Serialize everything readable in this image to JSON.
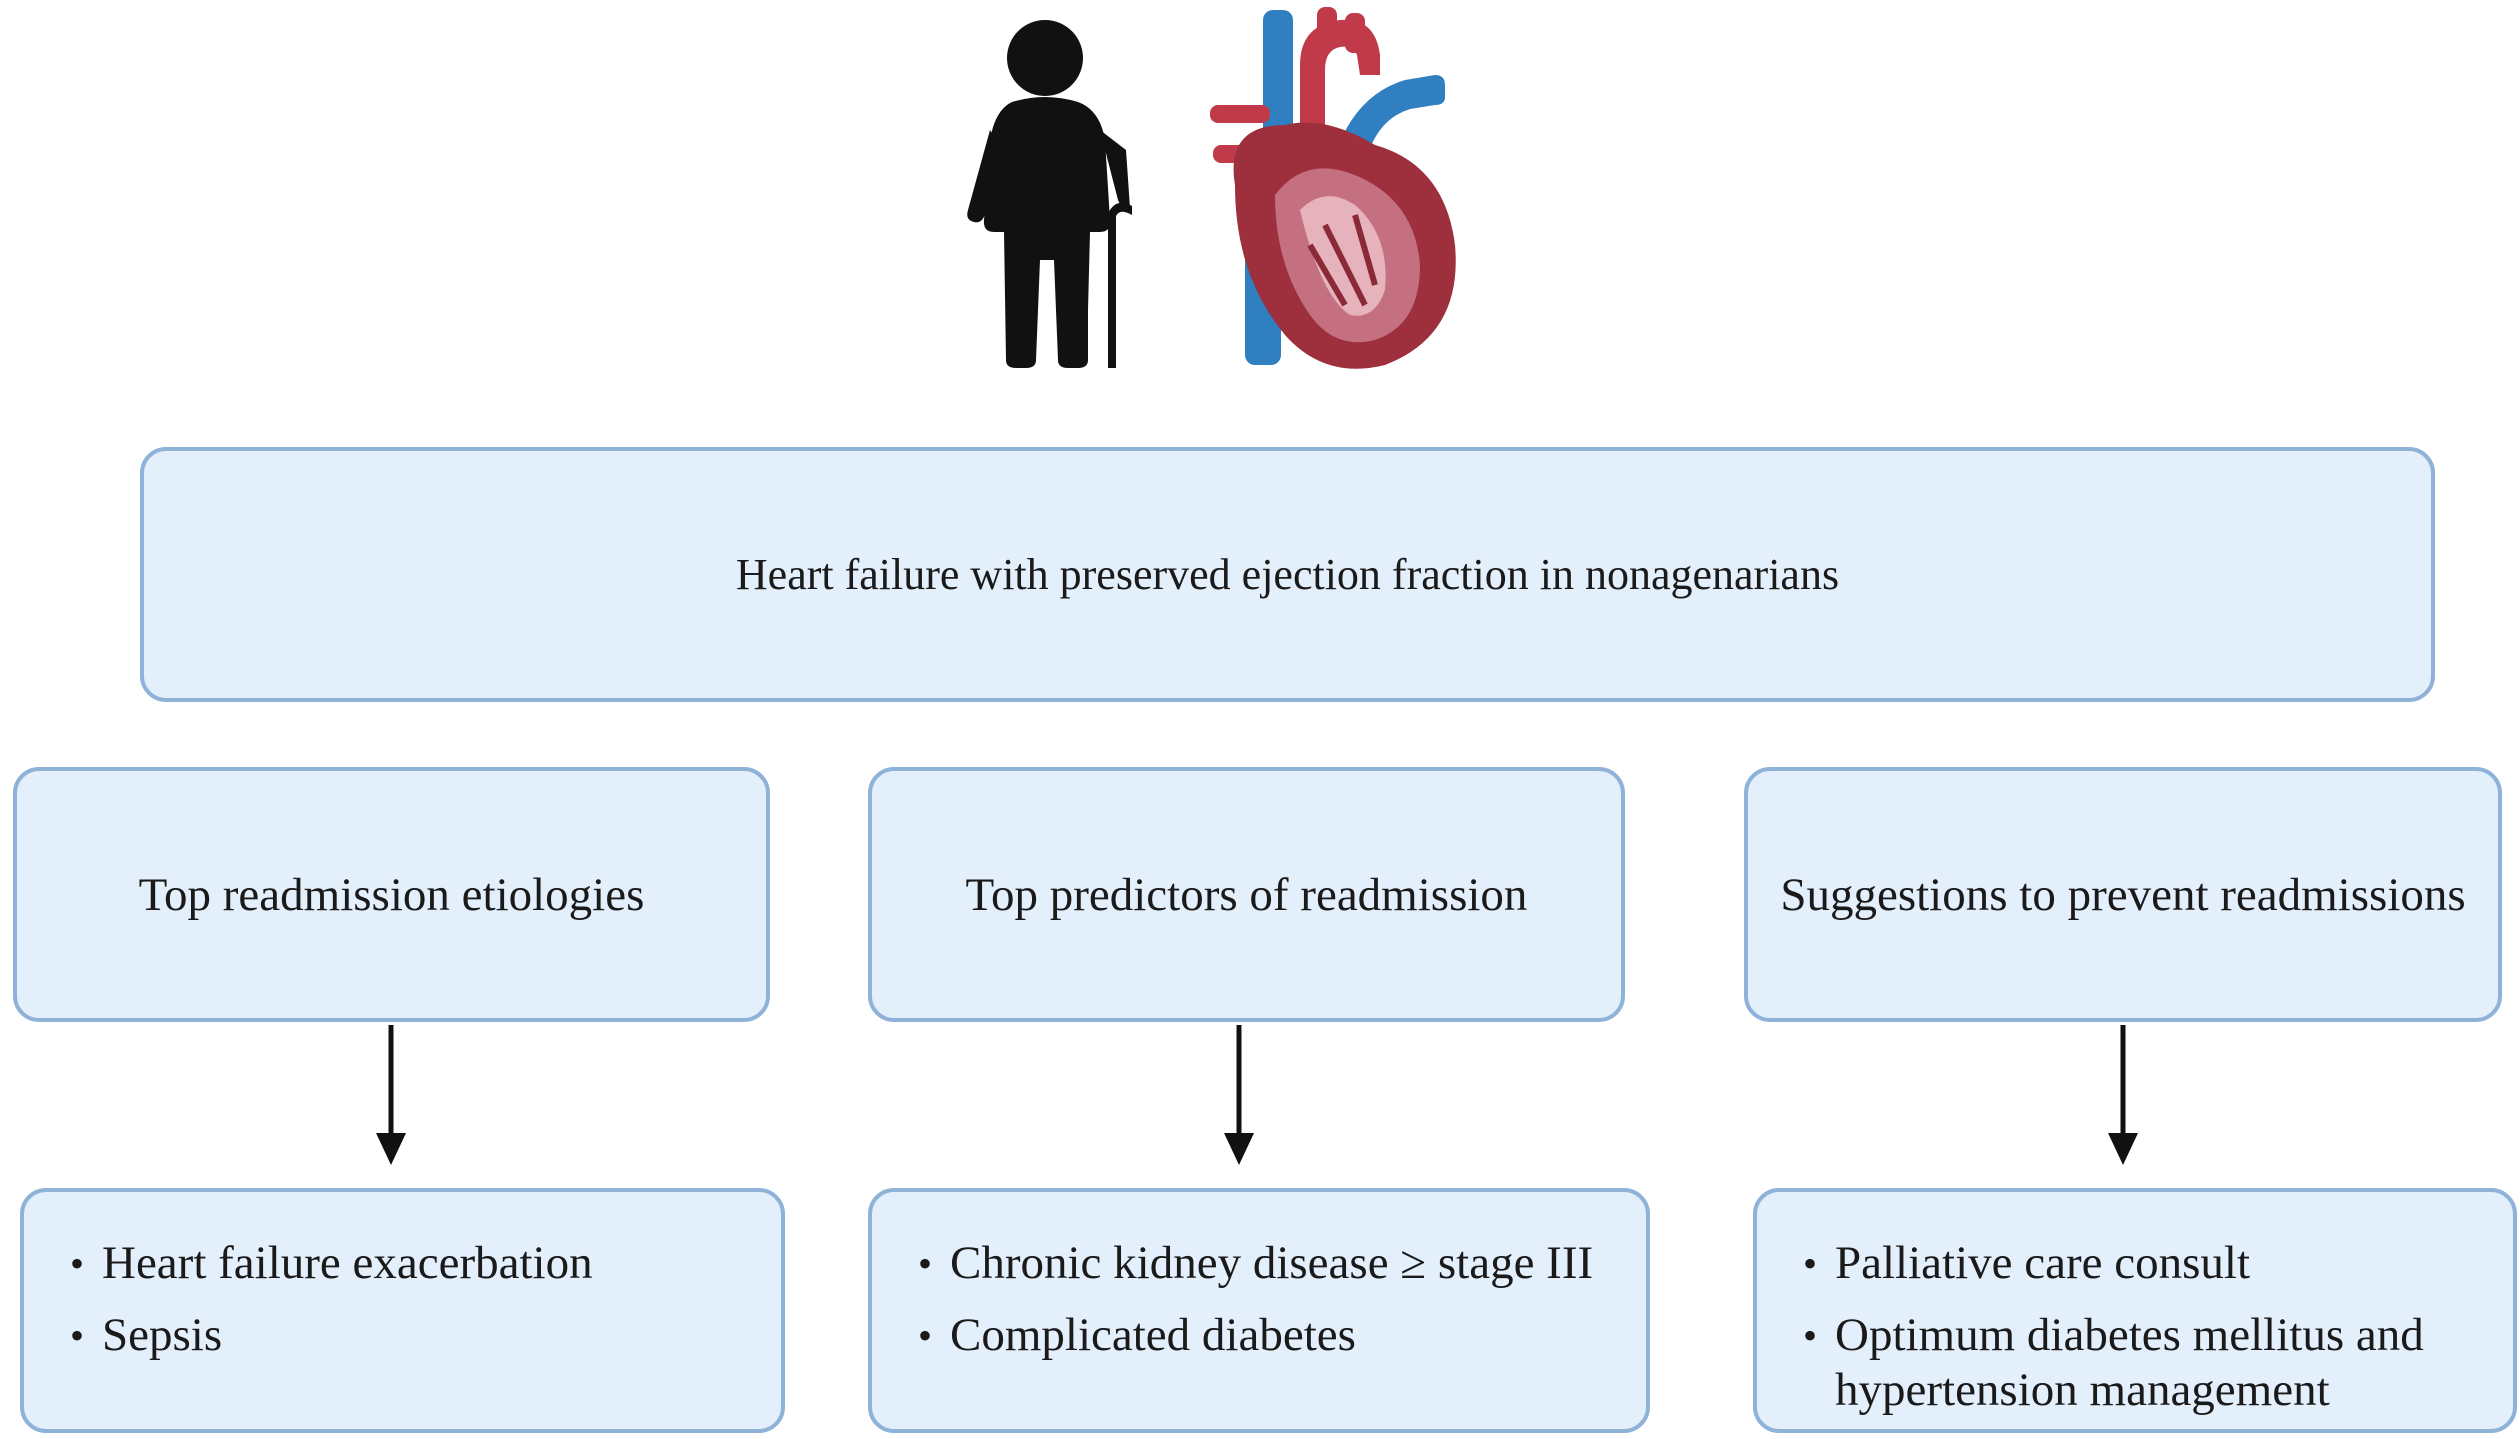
{
  "main": {
    "title": "Heart failure with preserved ejection fraction in nonagenarians"
  },
  "columns": [
    {
      "heading": "Top readmission etiologies",
      "items": [
        "Heart failure exacerbation",
        "Sepsis"
      ]
    },
    {
      "heading": "Top predictors of readmission",
      "items": [
        "Chronic kidney disease ≥ stage III",
        "Complicated diabetes"
      ]
    },
    {
      "heading": "Suggestions to prevent readmissions",
      "items": [
        "Palliative care consult",
        "Optimum diabetes mellitus and hypertension management"
      ]
    }
  ],
  "icons": [
    "elderly-person-with-cane-icon",
    "heart-anatomy-icon"
  ],
  "colors": {
    "box_fill": "#e3effb",
    "box_border": "#8fb2d9",
    "arrow": "#111111",
    "silhouette": "#111111",
    "heart_red": "#9e2f3d",
    "vessel_blue": "#2f7fc1"
  }
}
